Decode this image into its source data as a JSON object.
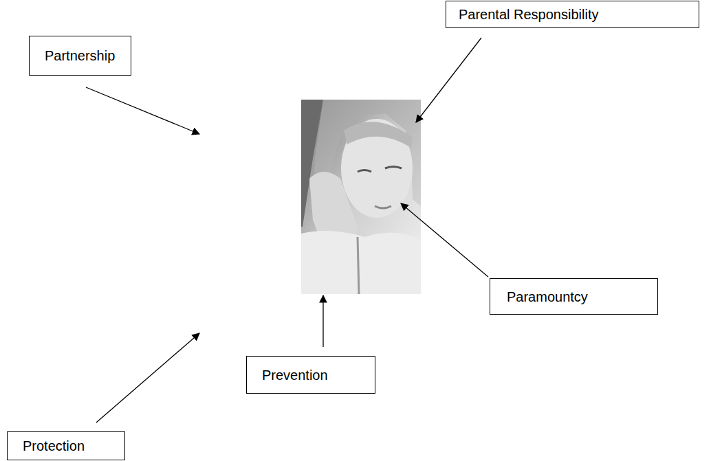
{
  "diagram": {
    "nodes": [
      {
        "text": [
          "Parental Responsibility"
        ]
      },
      {
        "text": [
          "Partnership"
        ]
      },
      {
        "text": [
          "Paramountcy"
        ]
      },
      {
        "text": [
          "Prevention"
        ]
      },
      {
        "text": [
          "Protection"
        ]
      }
    ]
  }
}
